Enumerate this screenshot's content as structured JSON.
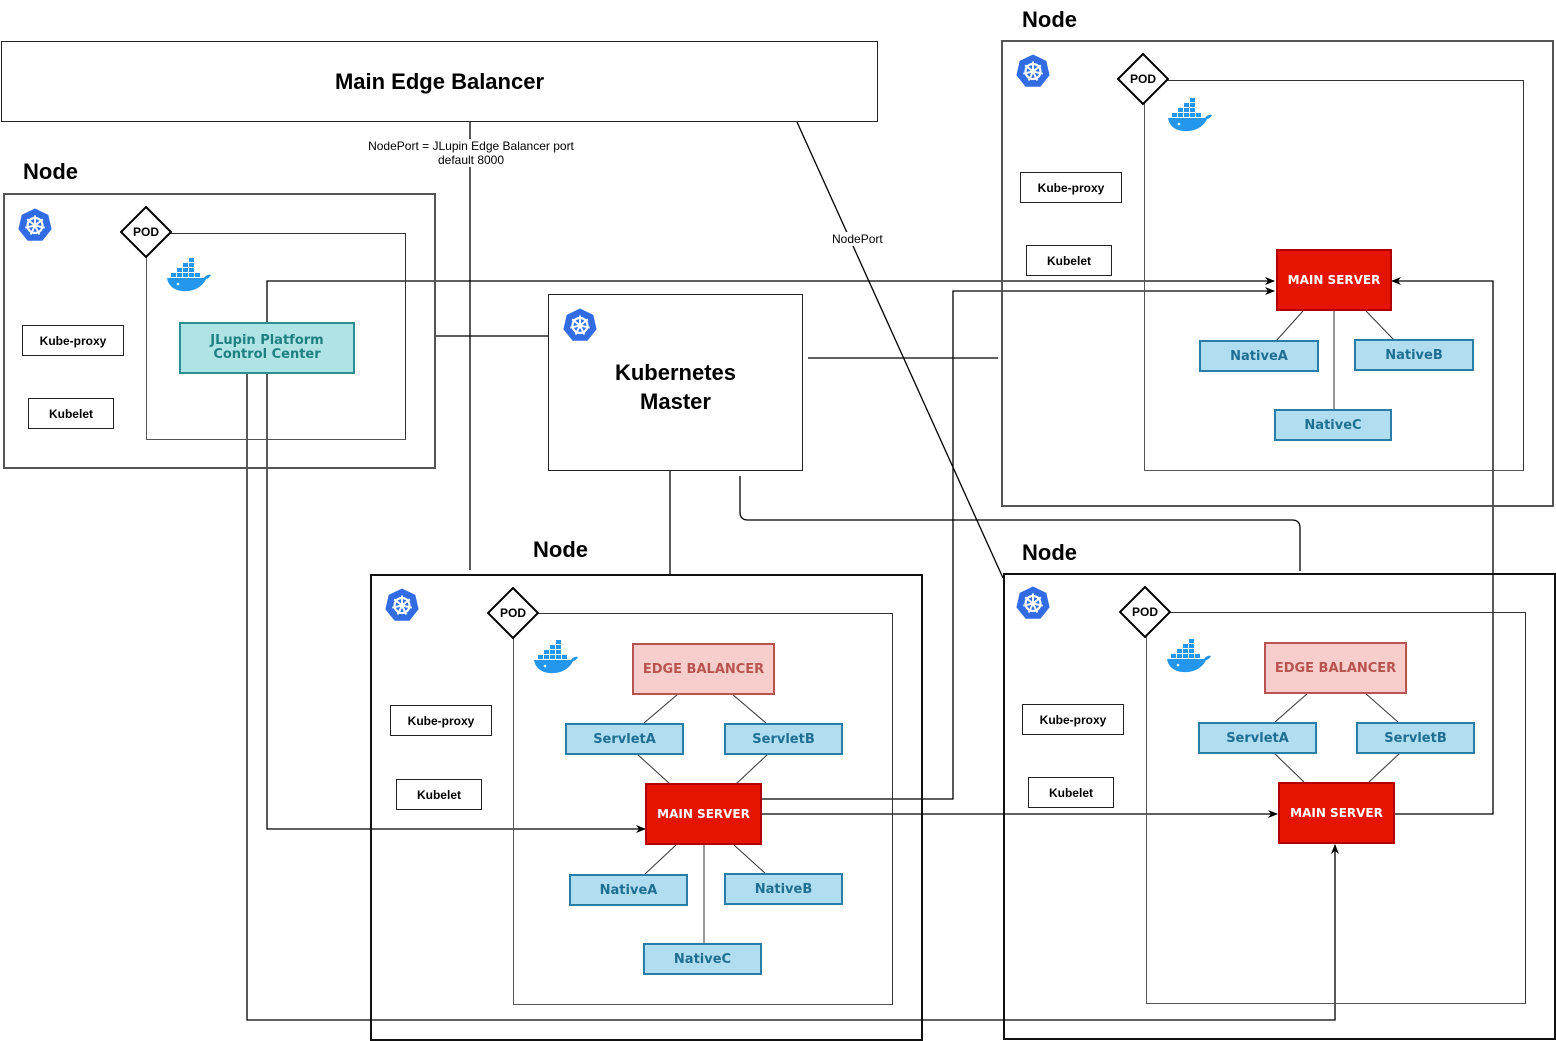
{
  "diagram": {
    "main_edge_balancer": {
      "label": "Main Edge Balancer"
    },
    "edge_labels": {
      "nodeport_main": "NodePort = JLupin Edge Balancer port",
      "nodeport_default": "default 8000",
      "nodeport_secondary": "NodePort"
    },
    "kubernetes_master": {
      "line1": "Kubernetes",
      "line2": "Master",
      "icon": "kubernetes-icon"
    },
    "nodes": [
      {
        "id": "node-left",
        "title": "Node",
        "kube_proxy": "Kube-proxy",
        "kubelet": "Kubelet",
        "pod_label": "POD",
        "icons": [
          "kubernetes-icon",
          "docker-icon"
        ],
        "services": {
          "control_center": "JLupin Platform Control Center"
        }
      },
      {
        "id": "node-top-right",
        "title": "Node",
        "kube_proxy": "Kube-proxy",
        "kubelet": "Kubelet",
        "pod_label": "POD",
        "icons": [
          "kubernetes-icon",
          "docker-icon"
        ],
        "services": {
          "main_server": "MAIN SERVER",
          "natives": [
            "NativeA",
            "NativeB",
            "NativeC"
          ]
        }
      },
      {
        "id": "node-bottom-center",
        "title": "Node",
        "kube_proxy": "Kube-proxy",
        "kubelet": "Kubelet",
        "pod_label": "POD",
        "icons": [
          "kubernetes-icon",
          "docker-icon"
        ],
        "services": {
          "edge_balancer": "EDGE BALANCER",
          "servlets": [
            "ServletA",
            "ServletB"
          ],
          "main_server": "MAIN SERVER",
          "natives": [
            "NativeA",
            "NativeB",
            "NativeC"
          ]
        }
      },
      {
        "id": "node-bottom-right",
        "title": "Node",
        "kube_proxy": "Kube-proxy",
        "kubelet": "Kubelet",
        "pod_label": "POD",
        "icons": [
          "kubernetes-icon",
          "docker-icon"
        ],
        "services": {
          "edge_balancer": "EDGE BALANCER",
          "servlets": [
            "ServletA",
            "ServletB"
          ],
          "main_server": "MAIN SERVER"
        }
      }
    ],
    "colors": {
      "main_server_fill": "#e51400",
      "main_server_stroke": "#b20000",
      "service_fill": "#b1ddf0",
      "service_stroke": "#2a7da6",
      "edge_balancer_fill": "#f8cecc",
      "edge_balancer_stroke": "#b85450",
      "control_center_fill": "#b0e3e6",
      "control_center_stroke": "#2a8f8f",
      "kubernetes_blue": "#326ce5",
      "docker_blue": "#2496ed"
    }
  }
}
